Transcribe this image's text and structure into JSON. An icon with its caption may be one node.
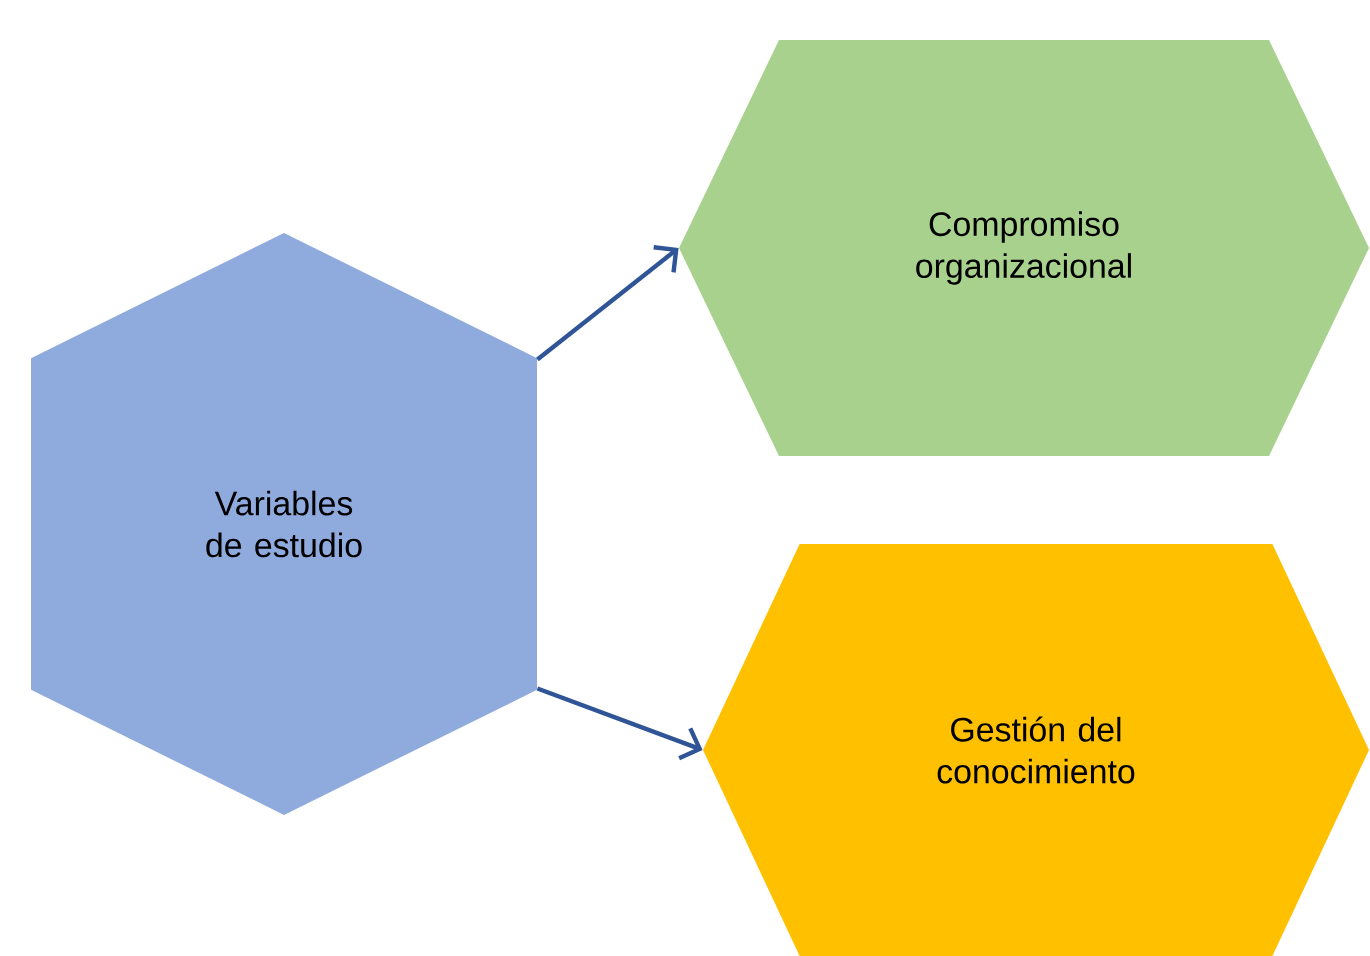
{
  "diagram": {
    "nodes": [
      {
        "text": [
          "Variables de estudio"
        ]
      },
      {
        "text": [
          "Compromiso organizacional"
        ]
      },
      {
        "text": [
          "Gestión del conocimiento"
        ]
      }
    ],
    "edges": [
      {
        "from": 0,
        "to": 1,
        "arrow": "to"
      },
      {
        "from": 0,
        "to": 2,
        "arrow": "to"
      }
    ]
  }
}
